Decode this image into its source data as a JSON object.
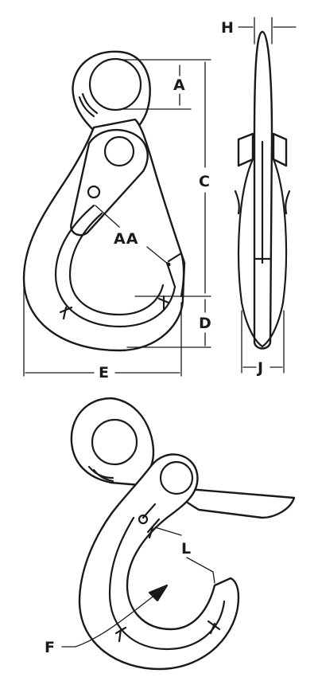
{
  "labels": {
    "A": "A",
    "C": "C",
    "D": "D",
    "E": "E",
    "H": "H",
    "J": "J",
    "AA": "AA",
    "L": "L",
    "F": "F"
  },
  "colors": {
    "ink": "#1a1a1a",
    "background": "#ffffff"
  }
}
